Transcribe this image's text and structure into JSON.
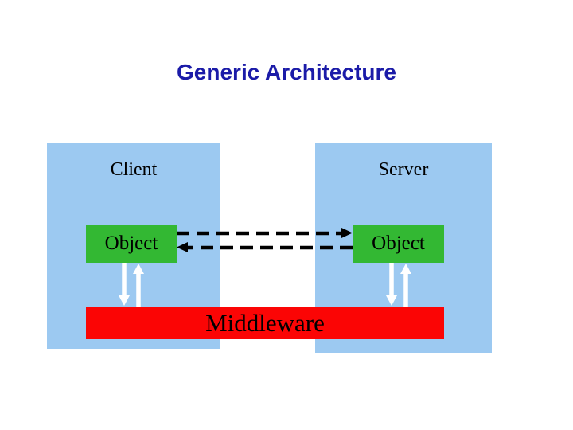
{
  "slide": {
    "title": "Generic Architecture",
    "client": {
      "label": "Client",
      "object_label": "Object"
    },
    "server": {
      "label": "Server",
      "object_label": "Object"
    },
    "middleware": {
      "label": "Middleware"
    },
    "connections": {
      "request_arrow": "client-object to server-object, dashed, rightward",
      "reply_arrow": "server-object to client-object, dashed, leftward",
      "client_middleware_arrows": "down and up white arrows",
      "server_middleware_arrows": "down and up white arrows"
    }
  },
  "colors": {
    "background": "#ffffff",
    "title-text": "#1b1ba8",
    "panel-blue": "#9cc9f1",
    "object-green": "#33b833",
    "middleware-red": "#fb0505",
    "diagram-black": "#000000",
    "arrow-white": "#ffffff"
  }
}
